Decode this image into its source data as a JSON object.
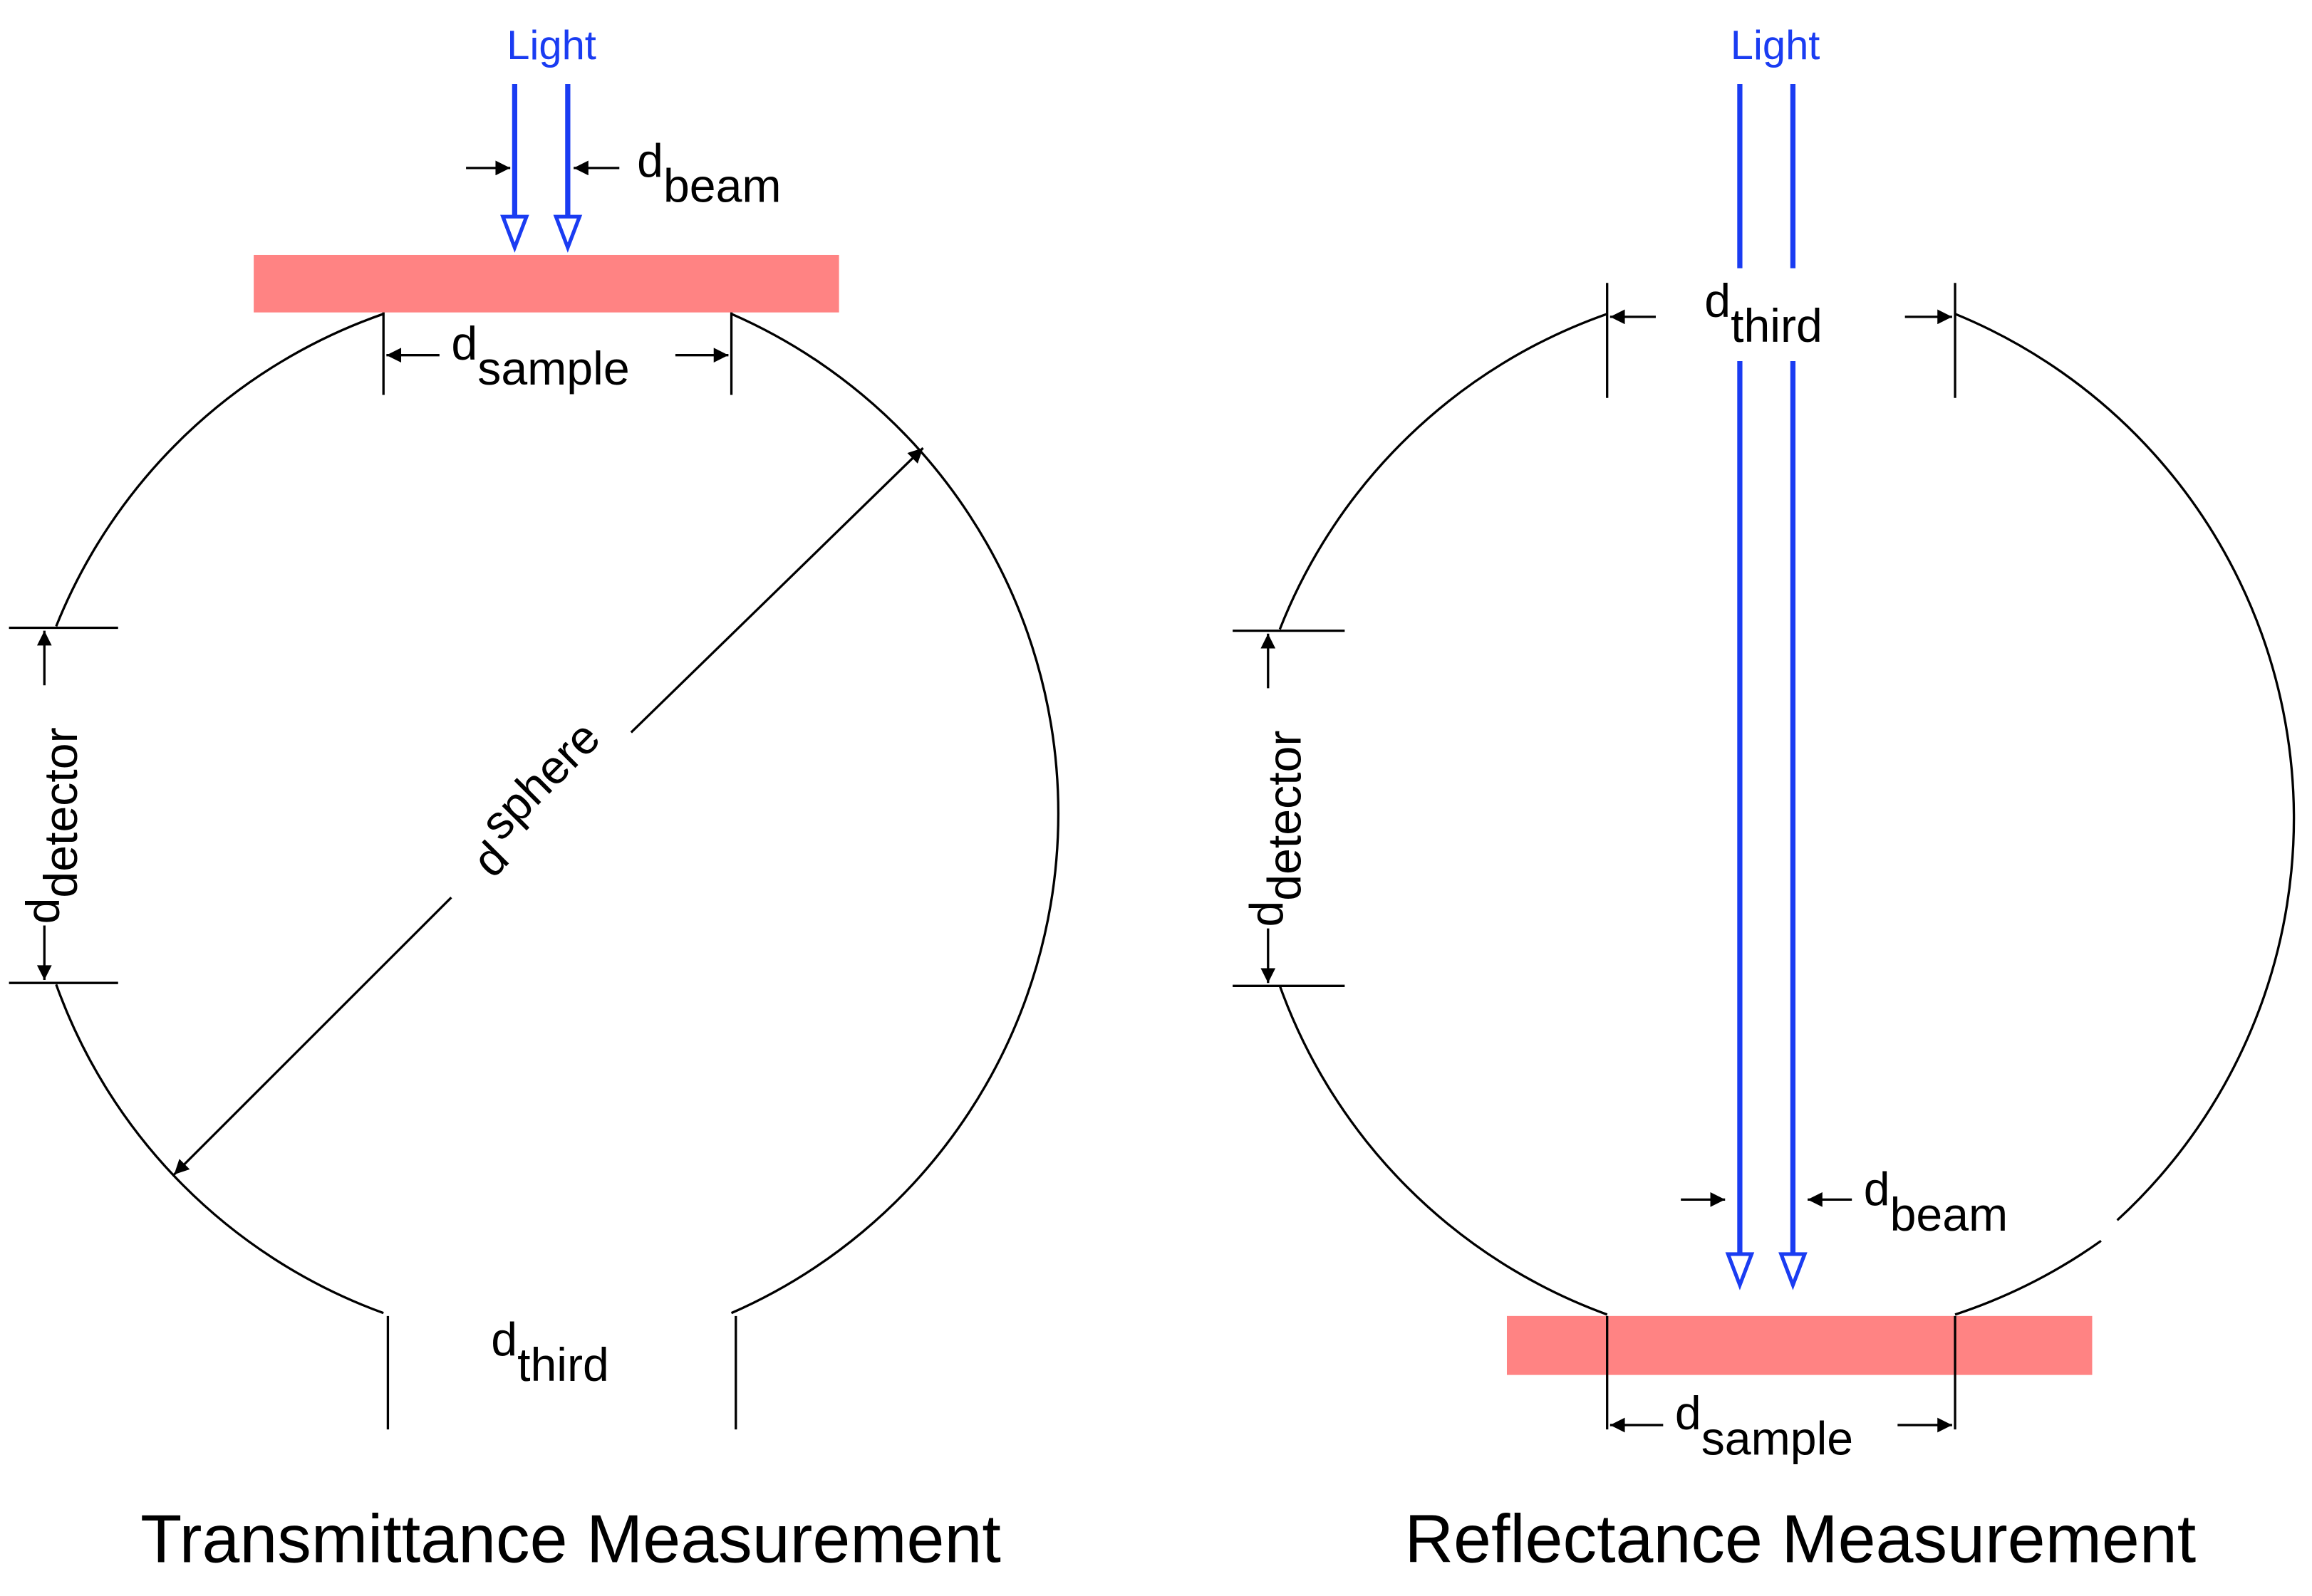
{
  "colors": {
    "beam": "#1a3cf2",
    "sample": "#ff8383",
    "line": "#000000"
  },
  "transmittance": {
    "title": "Transmittance Measurement",
    "light_label": "Light",
    "beam": {
      "main": "d",
      "sub": "beam"
    },
    "sample": {
      "main": "d",
      "sub": "sample"
    },
    "sphere": {
      "main": "d",
      "sub": "sphere"
    },
    "detector": {
      "main": "d",
      "sub": "detector"
    },
    "third": {
      "main": "d",
      "sub": "third"
    }
  },
  "reflectance": {
    "title": "Reflectance Measurement",
    "light_label": "Light",
    "beam": {
      "main": "d",
      "sub": "beam"
    },
    "sample": {
      "main": "d",
      "sub": "sample"
    },
    "detector": {
      "main": "d",
      "sub": "detector"
    },
    "third": {
      "main": "d",
      "sub": "third"
    }
  }
}
